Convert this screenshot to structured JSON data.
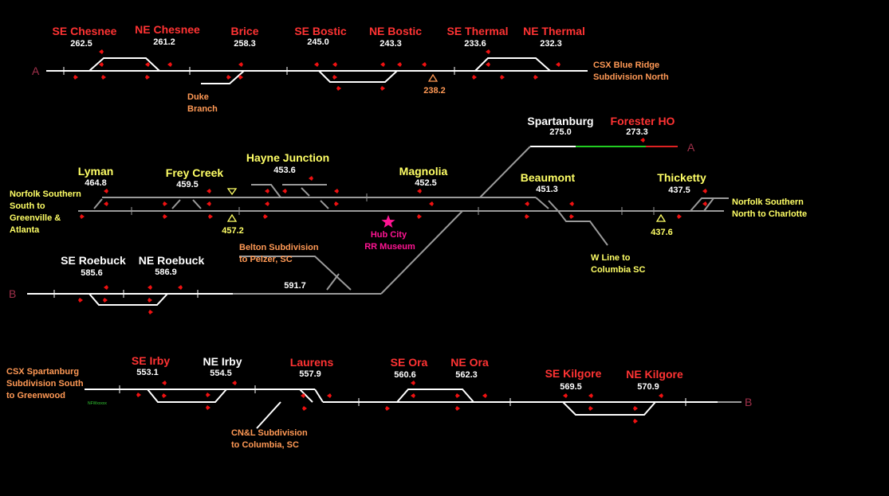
{
  "colors": {
    "background": "#000000",
    "track": "#ffffff",
    "track_grey": "#9a9a9a",
    "track_clear": "#22cc22",
    "track_occupied": "#dd2222",
    "signal": "#ee1111",
    "name_red": "#ff3333",
    "name_white": "#ffffff",
    "name_yellow": "#ffff66",
    "note_orange": "#ff9955",
    "note_yellow": "#ffff66",
    "museum": "#ff1493",
    "end_marker": "#a0304a",
    "tiny_green": "#33cc33"
  },
  "ends": {
    "a": "A",
    "b": "B"
  },
  "stations": [
    {
      "name": "SE Chesnee",
      "mp": "262.5",
      "style": "red"
    },
    {
      "name": "NE Chesnee",
      "mp": "261.2",
      "style": "red"
    },
    {
      "name": "Brice",
      "mp": "258.3",
      "style": "red"
    },
    {
      "name": "SE Bostic",
      "mp": "245.0",
      "style": "red"
    },
    {
      "name": "NE Bostic",
      "mp": "243.3",
      "style": "red"
    },
    {
      "name": "SE Thermal",
      "mp": "233.6",
      "style": "red"
    },
    {
      "name": "NE Thermal",
      "mp": "232.3",
      "style": "red"
    },
    {
      "name": "Spartanburg",
      "mp": "275.0",
      "style": "white"
    },
    {
      "name": "Forester HO",
      "mp": "273.3",
      "style": "red"
    },
    {
      "name": "Lyman",
      "mp": "464.8",
      "style": "yellow"
    },
    {
      "name": "Frey Creek",
      "mp": "459.5",
      "style": "yellow"
    },
    {
      "name": "Hayne Junction",
      "mp": "453.6",
      "style": "yellow"
    },
    {
      "name": "Magnolia",
      "mp": "452.5",
      "style": "yellow"
    },
    {
      "name": "Beaumont",
      "mp": "451.3",
      "style": "yellow"
    },
    {
      "name": "Thicketty",
      "mp": "437.5",
      "style": "yellow"
    },
    {
      "name": "SE Roebuck",
      "mp": "585.6",
      "style": "white"
    },
    {
      "name": "NE Roebuck",
      "mp": "586.9",
      "style": "white"
    },
    {
      "name": "SE Irby",
      "mp": "553.1",
      "style": "red"
    },
    {
      "name": "NE Irby",
      "mp": "554.5",
      "style": "white"
    },
    {
      "name": "Laurens",
      "mp": "557.9",
      "style": "red"
    },
    {
      "name": "SE Ora",
      "mp": "560.6",
      "style": "red"
    },
    {
      "name": "NE Ora",
      "mp": "562.3",
      "style": "red"
    },
    {
      "name": "SE Kilgore",
      "mp": "569.5",
      "style": "red"
    },
    {
      "name": "NE Kilgore",
      "mp": "570.9",
      "style": "red"
    }
  ],
  "detectors": [
    "238.2",
    "457.2",
    "437.6"
  ],
  "standalone_mileposts": [
    "591.7"
  ],
  "notes": [
    {
      "lines": [
        "CSX Blue Ridge",
        "Subdivision North"
      ],
      "style": "orange"
    },
    {
      "lines": [
        "Duke",
        "Branch"
      ],
      "style": "orange"
    },
    {
      "lines": [
        "Norfolk Southern",
        "South to",
        "Greenville &",
        "Atlanta"
      ],
      "style": "yellow"
    },
    {
      "lines": [
        "Norfolk Southern",
        "North to Charlotte"
      ],
      "style": "yellow"
    },
    {
      "lines": [
        "Belton Subdivision",
        "to Pelzer, SC"
      ],
      "style": "orange"
    },
    {
      "lines": [
        "W Line to",
        "Columbia SC"
      ],
      "style": "yellow"
    },
    {
      "lines": [
        "CSX Spartanburg",
        "Subdivision South",
        "to Greenwood"
      ],
      "style": "orange"
    },
    {
      "lines": [
        "CN&L Subdivision",
        "to Columbia, SC"
      ],
      "style": "orange"
    }
  ],
  "museum": {
    "lines": [
      "Hub City",
      "RR Museum"
    ],
    "icon": "star-icon"
  },
  "tiny_label": "NFWxxxxx"
}
